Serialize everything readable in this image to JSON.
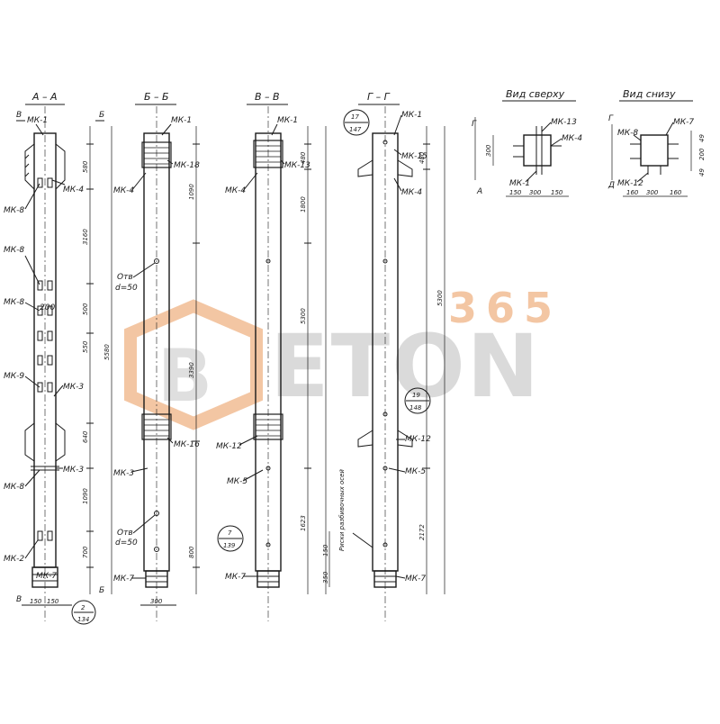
{
  "sections": {
    "aa": {
      "title": "А – А",
      "cut_left": "В",
      "cut_right": "Б",
      "cut_left_bottom": "В",
      "cut_right_bottom": "Б"
    },
    "bb": {
      "title": "Б – Б"
    },
    "vv": {
      "title": "В – В"
    },
    "gg": {
      "title": "Г – Г"
    },
    "top_view": {
      "title": "Вид сверху",
      "cut_top": "Г",
      "cut_bottom": "А"
    },
    "bottom_view": {
      "title": "Вид снизу",
      "cut_top": "Г",
      "cut_bottom": "Д"
    }
  },
  "labels": {
    "mk1": "МК-1",
    "mk3": "МК-3",
    "mk4": "МК-4",
    "mk5": "МК-5",
    "mk7": "МК-7",
    "mk8": "МК-8",
    "mk9": "МК-9",
    "mk12": "МК-12",
    "mk13": "МК-13",
    "mk15": "МК-15",
    "mk16": "МК-16",
    "mk18": "МК-18",
    "mk2": "МК-2",
    "dia_top_a": "Отв",
    "dia_top_b": "d=50",
    "dia_bot_a": "Отв",
    "dia_bot_b": "d=50",
    "mid_dim": "200",
    "marks_note": "Риски разбивочных осей"
  },
  "callouts": {
    "c2": {
      "num": "2",
      "den": "134"
    },
    "c7": {
      "num": "7",
      "den": "139"
    },
    "c17": {
      "num": "17",
      "den": "147"
    },
    "c19": {
      "num": "19",
      "den": "148"
    }
  },
  "dimensions": {
    "aa": [
      "580",
      "3160",
      "500",
      "550",
      "5580",
      "640",
      "1090",
      "700"
    ],
    "aa_bottom": [
      "150",
      "150"
    ],
    "bb": [
      "1090",
      "3390",
      "800"
    ],
    "bb_bottom": "300",
    "vv": [
      "480",
      "1800",
      "5300",
      "1623"
    ],
    "gg": [
      "480",
      "5300",
      "2172"
    ],
    "gg_left": [
      "150",
      "350"
    ],
    "top_view_side": "300",
    "top_view_bottom": [
      "150",
      "300",
      "150"
    ],
    "bottom_view_side": [
      "49",
      "200",
      "49"
    ],
    "bottom_view_bottom": [
      "160",
      "300",
      "160"
    ]
  },
  "watermark": {
    "digits": "365",
    "word": "ETON",
    "logo_letter": "B"
  },
  "colors": {
    "ink": "#1a1a1a",
    "watermark_orange": "#f2c09a",
    "watermark_gray": "#d6d6d6"
  }
}
